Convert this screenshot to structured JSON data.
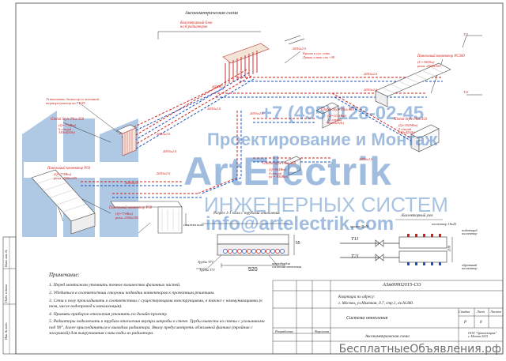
{
  "title": "Аксонометрическая схема",
  "labels": {
    "collector_block": "Коллекторный блок\nна 8 радиаторов",
    "rad_top_right": "Панельный конвектор PC300",
    "rad_top_right_spec": "(С=3000м)\nразм. 2500х300",
    "brass_valves": "Краны в сух. сеть\nДавны и так сих ~38",
    "rad_left_top": "Установить балансир со вставкой\nтерморегулятор на ГКЛ5",
    "global_left": "Global Style Plus 350",
    "global_left_spec": "(Q=770Вт)\n6 секций\n340х425(h)",
    "panel_left_mid": "Панельный конвектор P50",
    "panel_left_mid_spec": "(Q=774Вт)\nразм. 2500х345",
    "panel_bottom": "Панельный конвектор P50",
    "panel_bottom_spec": "(Q=774Вт)\nразм. 2500х345",
    "global_center": "Global Style Plus 350",
    "global_center_spec": "(Q=1134Вт)\n12 секций\n860х425(h)",
    "global_mid": "Global Style Plus 350",
    "global_mid_spec": "(Q=964Вт)\n4 секций\n(м = 850Вт)",
    "global_right": "Global Style Plus 350",
    "global_right_spec": "(Q=1005Вт)\n5 секций\n640х425(h)",
    "section_title": "Разрез 1-1 пола с трубами отопления",
    "floor_layer": "стяжка пола",
    "pipe_t71_label": "Трубы Т71",
    "pipe_t71": "Т71",
    "pipe_t721": "Т721",
    "pipe_t11": "Т11",
    "pipe_t21": "Т21",
    "dim_520": "520",
    "dim_55": "55",
    "dim_200": "200",
    "screed_note": "штробы для\nсистемы отопления",
    "collector_node": "Коллекторный узел",
    "coll_label_a": "коллектор 16x25",
    "coll_label_b": "подающий\nколлектор",
    "coll_label_c": "обратный\nколлектор",
    "valve_label": "кранов Ду20",
    "pipe_labels": [
      "2Ø16х2.0",
      "2Ø16х2.0",
      "2Ø16х2.0",
      "2Ø16х2.0",
      "2Ø16х2.0",
      "2Ø16х2.0",
      "2Ø16х2.0",
      "2Ø16х2.0",
      "2Ø16х2.0",
      "2Ø16х2.0",
      "2Ø16х2.0",
      "2Ø16х2.0",
      "2Ø16х2.0"
    ],
    "t11_tag": "Т11",
    "t21_tag": "Т21"
  },
  "notes": {
    "header": "Примечание:",
    "items": [
      "1. Перед монтажом уточнить точное количество фазонных частей.",
      "2. Убедиться в соответствии стороны подводки конвекторов к проектным решениям.",
      "3. Сети в полу прокладывать в соответствии с существующими конструкциями, в также с коммуникациями (в том, числе водопровод и канализация).",
      "4. Приямки приборов отопления уточнить по дизайн-проекту.",
      "5. Радиаторы подключать к трубам отопления внутри штробы в стене. Трубы вывести из стены с угольниками под 90°, далее присоединиться к выводам радиатора. Внизу предусмотреть обжимной фитинг (тройник с заглушкой) для выкручивания слива воды из радиатора."
    ]
  },
  "stamp": {
    "code": "АЗм00002015-СО",
    "address_header": "Квартира по адресу:",
    "address": "г. Москва, ул.Мытная, д.7, стр.1, кв.№360.",
    "system": "Система отопления",
    "sheet_title": "Аксонометрическая схема",
    "stage_h": "Стадия",
    "sheet_h": "Лист",
    "sheets_h": "Листов",
    "stage": "Р",
    "sheet": "8",
    "developer_role": "Разработал",
    "developer": "Воронова",
    "company": "ООО \"Артэлектрик\"\nг. Москва 2015"
  },
  "side_strip": [
    "Взам. инв. №",
    "Подп. и дата",
    "Инв. № подл."
  ],
  "watermark": {
    "phone": "+7 (495) 128-02-45",
    "tagline": "Проектирование и Монтаж",
    "brand": "ArtElectrik",
    "sub": "ИНЖЕНЕРНЫХ СИСТЕМ",
    "site": "info@artelectrik.com"
  },
  "site_footer": "БесплатныеОбъявления.рф",
  "colors": {
    "supply": "#d0201a",
    "return": "#1f4fbf",
    "line": "#333333",
    "watermark": "#1e63b4"
  }
}
